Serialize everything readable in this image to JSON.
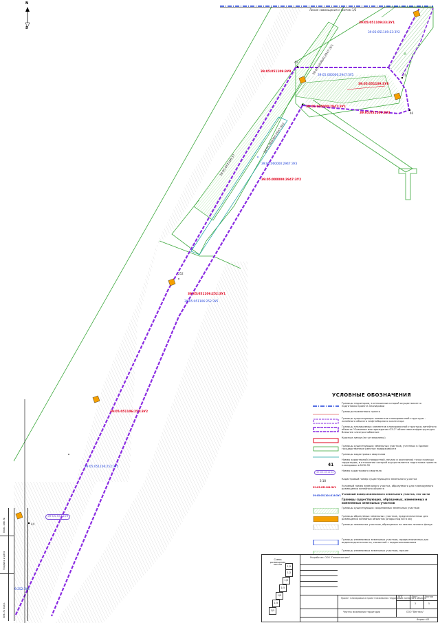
{
  "compass": {
    "north": "N",
    "south": "S"
  },
  "match_line_note": "Линия совмещения с листом 1/5",
  "map_labels": {
    "red": [
      "39:05:051109:33:ЗУ1",
      "39:05:051109:ЗУ9",
      "39:05:051109:ЗУ8",
      "39:05:000000:2947:ЗУ1",
      "39:05:051109:ЗУ3",
      "39:05:000000:2947:ЗУ2",
      "39:05:051106:252:ЗУ1",
      "39:05:051106:252:ЗУ2"
    ],
    "blue": [
      "39:05:051109:33:ЗУ2",
      "39:05:000000:2947:ЗУ5",
      "39:05:051106:252:ЗУ5",
      "39:05:051106:252:ЗУ5",
      "9:252:ЗУ5"
    ],
    "dark": [
      "39:05:000000:2947:ЗУ1",
      "39:05:000000:2947:ЗУ2",
      "39:05:000000:2947:ЗУ3",
      "39:05:051106:17"
    ],
    "points": [
      "43",
      "31",
      "44",
      "252",
      "46"
    ],
    "cadastral_quarter": "39:05:051109"
  },
  "legend": {
    "title": "УСЛОВНЫЕ ОБОЗНАЧЕНИЯ",
    "items": [
      "Границы территории, в отношении которой осуществляется подготовка проекта планировки",
      "Граница населенного пункта",
      "Границы существующих элементов планировочной структуры - линейного объекта нефтесборного коллектора",
      "Границы планируемых элементов планировочной структуры линейного объекта \"Освоение месторождения ОЭ-2\" объектами инфраструктуры. Внешнее электроснабжение",
      "Красные линии (не установлены)",
      "Границы существующих земельных участков, учтенных в Едином государственном реестре недвижимости",
      "Границы кадастровых кварталов",
      "Номер характерной (поворотной, начала и окончания) точки границы территории, в отношении которой осуществляется подготовка проекта планировки в МСК-39",
      "Номер кадастрового квартала",
      "Кадастровый номер существующего земельного участка",
      "Условный номер земельного участка, образуемого для планируемого размещения линейного объекта",
      "Условный номер изменяемого земельного участка, его части",
      "Границы существующих, образуемых, изменяемых и измененных земельных участков",
      "Границы существующих сохраняемых земельных участков",
      "Границы образуемых земельных участков, предназначенных для размещения линейных объектов (опоры под ВЛ 6 кВ)",
      "Границы земельных участков, образуемых на землях лесного фонда",
      "Границы изменяемых земельных участков, предназначенных для ведения деятельности, связанной с недропользованием",
      "Границы изменяемых земельных участков, прочие",
      "Границы публичного сервитута, создаваемого и установленного в соответствии с земельным кодексом РФ"
    ],
    "point_num": "41",
    "quarter_num": "39:05:051104",
    "cad_num": "3:18",
    "red_example": "39:05:051104:ЗУ1",
    "blue_example": "39:05:051104:316:ЗУ1"
  },
  "scheme": {
    "title": "Схема размещения листов",
    "sheets": [
      "1/5",
      "1/2",
      "1/5",
      "1/5",
      "1/5",
      "1/5",
      "1/5"
    ]
  },
  "title_block": {
    "company": "Разработал: ООО \"Геоконсалтинг\"",
    "project": "Проект планировки и проект межевания территории линейного объекта",
    "drawing": "Чертеж межевания территории",
    "sheet": "Лист",
    "sheets": "Листов",
    "stage": "ППТ",
    "sheet_no": "3",
    "sheets_total": "5",
    "firm": "ООО \"Вентиль\"",
    "format": "Формат А3"
  },
  "left_frame": {
    "texts": [
      "Инв. № подл.",
      "Подпись и дата",
      "Взам. инв. №"
    ]
  },
  "colors": {
    "purple": "#8a2be2",
    "green": "#3da83d",
    "red": "#e0001b",
    "blue": "#1c3fd8",
    "orange": "#f5a000",
    "light_green": "#c8ecc0"
  }
}
